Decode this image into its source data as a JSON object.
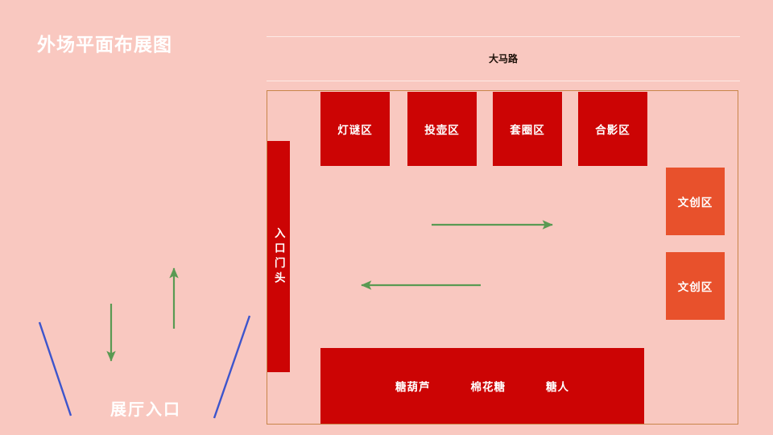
{
  "slide": {
    "title": "外场平面布展图",
    "background_color": "#F9C8C0"
  },
  "road": {
    "label": "大马路"
  },
  "plan": {
    "border_color": "#C8854A",
    "booth_color": "#CC0404",
    "wenchuang_color": "#E8512C",
    "top_booths": [
      {
        "label": "灯谜区"
      },
      {
        "label": "投壶区"
      },
      {
        "label": "套圈区"
      },
      {
        "label": "合影区"
      }
    ],
    "gate": {
      "label": "入口门头"
    },
    "right_zones": [
      {
        "label": "文创区"
      },
      {
        "label": "文创区"
      }
    ],
    "snack_bar": {
      "items": [
        {
          "label": "糖葫芦"
        },
        {
          "label": "棉花糖"
        },
        {
          "label": "糖人"
        }
      ]
    },
    "flow_arrows": {
      "color": "#5A9A53",
      "items": [
        {
          "name": "arrow-right-inner",
          "direction": "right"
        },
        {
          "name": "arrow-left-inner",
          "direction": "left"
        }
      ]
    }
  },
  "entrance": {
    "label": "展厅入口",
    "guide_line_color": "#3D55CC",
    "arrow_color": "#5A9A53",
    "arrows": [
      {
        "name": "arrow-down-outer",
        "direction": "down"
      },
      {
        "name": "arrow-up-outer",
        "direction": "up"
      }
    ]
  }
}
